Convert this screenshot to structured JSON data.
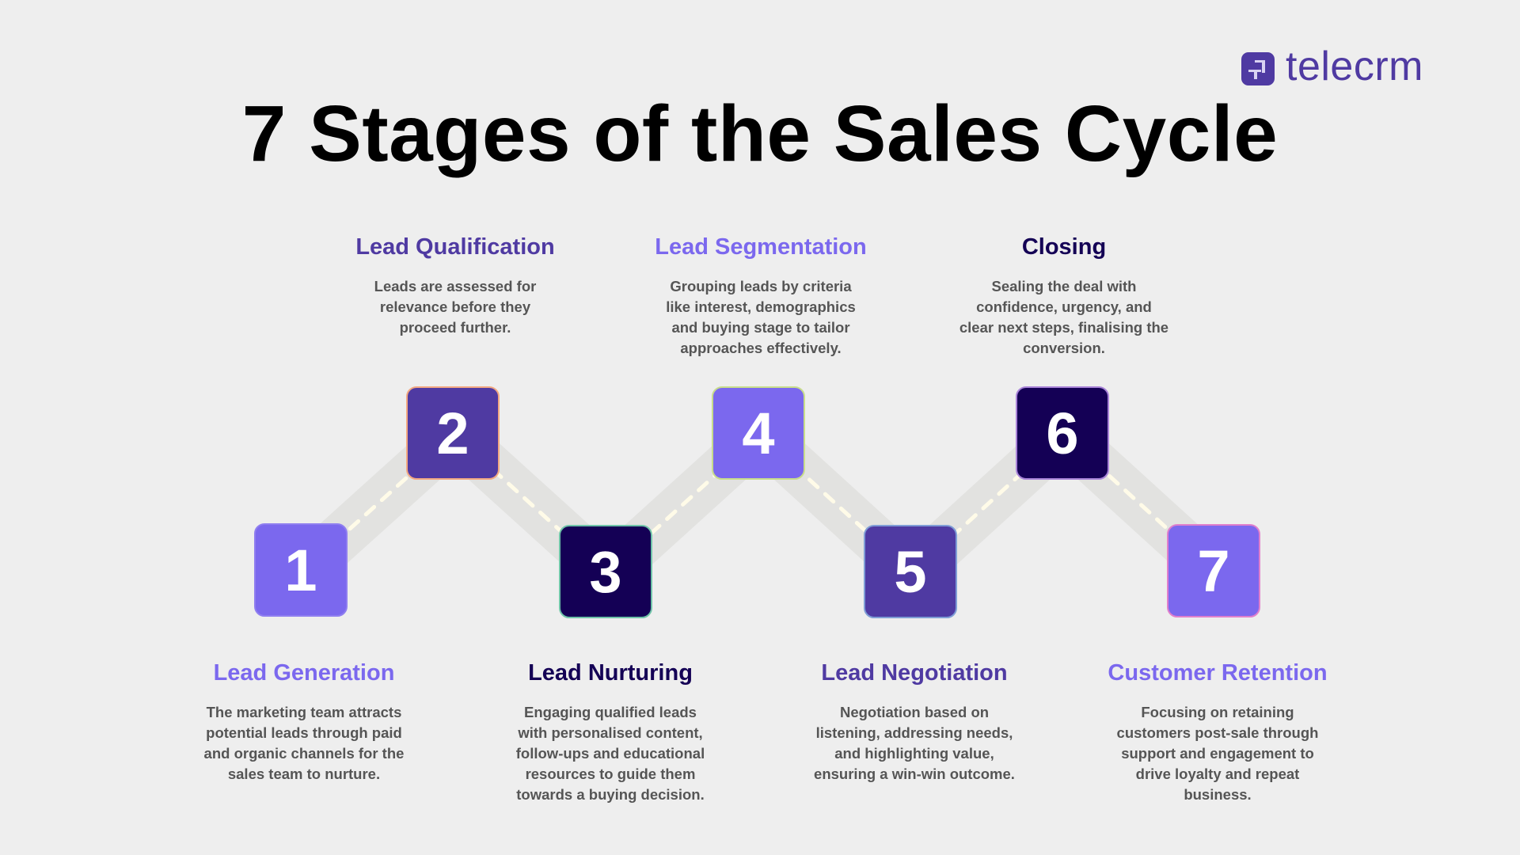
{
  "brand": {
    "name": "telecrm",
    "color": "#4f3aa2"
  },
  "title": "7 Stages of the Sales Cycle",
  "colors": {
    "light_purple": "#7b68ee",
    "medium_purple": "#4f3aa2",
    "dark_navy": "#140055",
    "body_text": "#555555",
    "path_band": "#e2e2e0",
    "path_dash": "#fffbe8"
  },
  "stages": [
    {
      "number": "1",
      "title": "Lead Generation",
      "description": "The marketing team attracts potential leads through paid and organic channels for the sales team to nurture.",
      "box_color": "#7b68ee",
      "border_color": "#8f7ef0",
      "title_color": "#7b68ee"
    },
    {
      "number": "2",
      "title": "Lead Qualification",
      "description": "Leads are assessed for relevance before they proceed further.",
      "box_color": "#4f3aa2",
      "border_color": "#f2a882",
      "title_color": "#4f3aa2"
    },
    {
      "number": "3",
      "title": "Lead Nurturing",
      "description": "Engaging qualified leads with personalised content, follow-ups and educational resources to guide them towards a buying decision.",
      "box_color": "#140055",
      "border_color": "#6fc3a8",
      "title_color": "#140055"
    },
    {
      "number": "4",
      "title": "Lead Segmentation",
      "description": "Grouping leads by criteria like interest, demographics and buying stage to tailor approaches effectively.",
      "box_color": "#7b68ee",
      "border_color": "#c8dd8c",
      "title_color": "#7b68ee"
    },
    {
      "number": "5",
      "title": "Lead Negotiation",
      "description": "Negotiation based on listening, addressing needs, and highlighting value, ensuring a win-win outcome.",
      "box_color": "#4f3aa2",
      "border_color": "#7f9dd6",
      "title_color": "#4f3aa2"
    },
    {
      "number": "6",
      "title": "Closing",
      "description": "Sealing the deal with confidence, urgency, and clear next steps, finalising the conversion.",
      "box_color": "#140055",
      "border_color": "#a883d8",
      "title_color": "#140055"
    },
    {
      "number": "7",
      "title": "Customer Retention",
      "description": "Focusing on retaining customers post-sale through support and engagement to drive loyalty and repeat business.",
      "box_color": "#7b68ee",
      "border_color": "#e07fcc",
      "title_color": "#7b68ee"
    }
  ]
}
